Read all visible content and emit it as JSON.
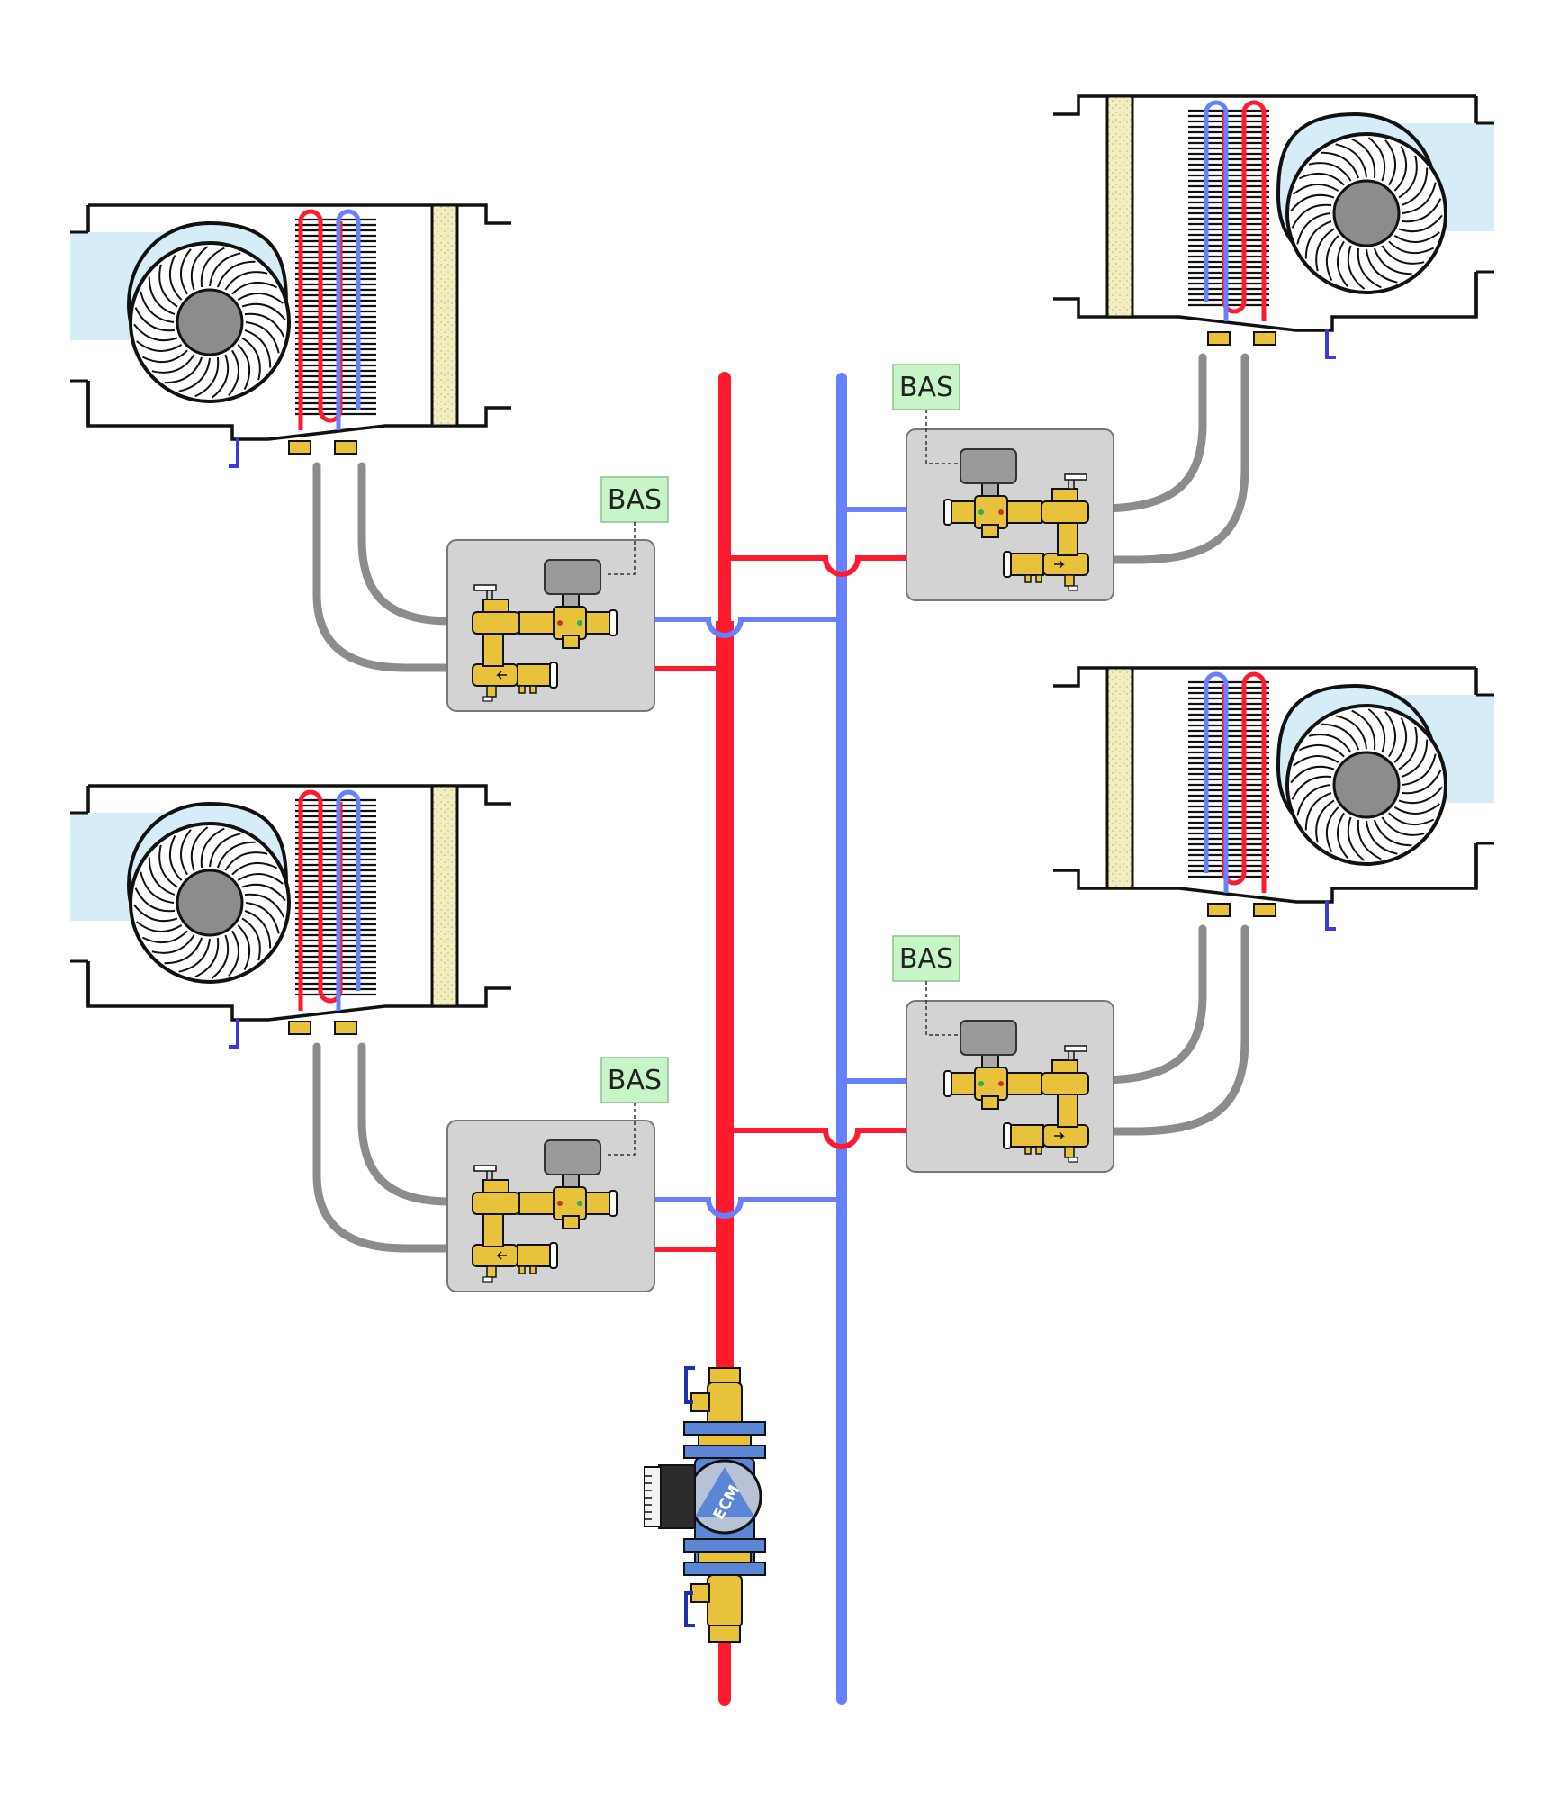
{
  "colors": {
    "supply": "#ff1a2e",
    "return": "#6680ff",
    "hose": "#8c8c8c",
    "brass": "#e8c23a",
    "valve_panel": "#d3d3d3",
    "bas_box": "#c8f5c8",
    "duct_air": "#d6ecf7",
    "fan_hub": "#8c8c8c",
    "pump_body": "#5b86d6"
  },
  "labels": {
    "bas": "BAS",
    "pump": "ECM"
  },
  "components": {
    "fan_coils": [
      "fan-coil-upper-left",
      "fan-coil-lower-left",
      "fan-coil-upper-right",
      "fan-coil-lower-right"
    ],
    "valve_stations": [
      "valve-station-upper-left",
      "valve-station-lower-left",
      "valve-station-upper-right",
      "valve-station-lower-right"
    ],
    "piping": [
      "supply-riser",
      "return-riser"
    ],
    "circulator": "ecm-circulator",
    "icons": [
      "fan-wheel-icon",
      "coil-icon",
      "filter-icon",
      "actuator-icon",
      "balancing-valve-icon",
      "ball-valve-icon",
      "drain-pan-icon"
    ]
  }
}
